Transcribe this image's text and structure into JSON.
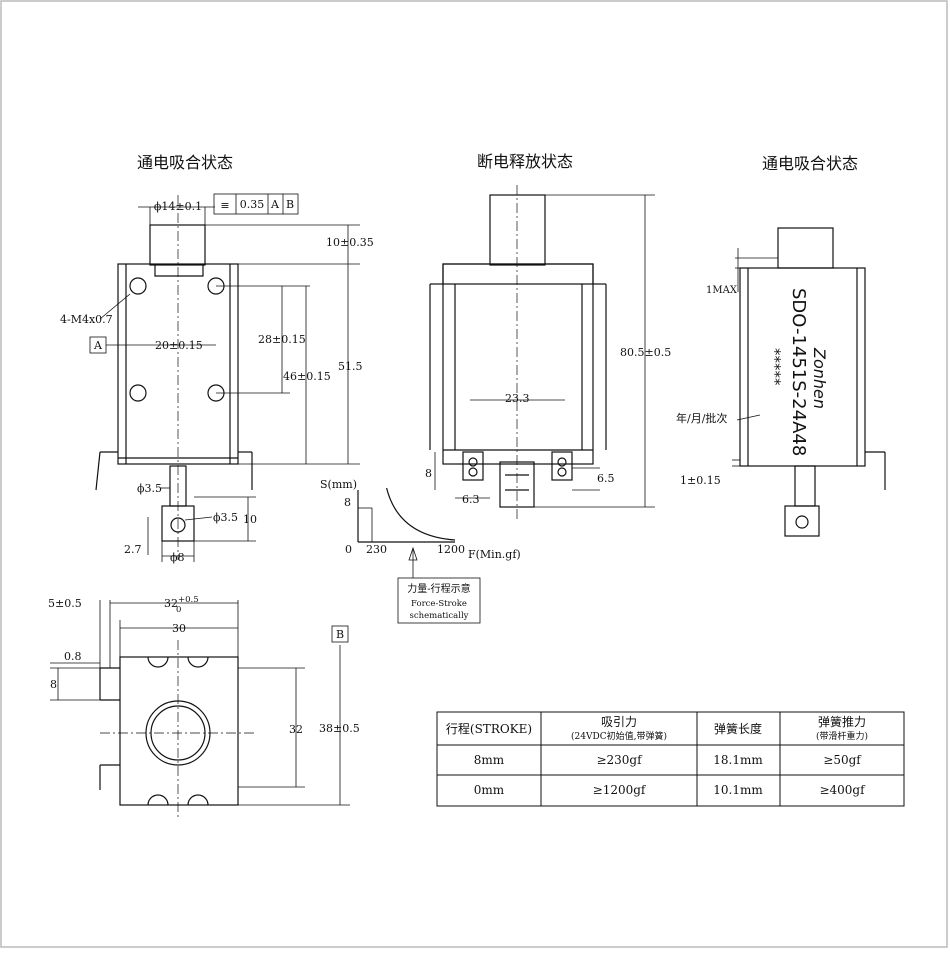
{
  "views": {
    "left_title": "通电吸合状态",
    "middle_title": "断电释放状态",
    "right_title": "通电吸合状态"
  },
  "left_view": {
    "diameter_dim": "ϕ14±0.1",
    "tolerance_symbol": "≡",
    "tolerance_value": "0.35",
    "datum_a": "A",
    "datum_b": "B",
    "plunger_height": "10±0.35",
    "thread_label": "4-M4x0.7",
    "datum_box_a": "A",
    "hole_spacing": "20±0.15",
    "dim_28": "28±0.15",
    "dim_46": "46±0.15",
    "dim_515": "51.5",
    "pin_dia": "ϕ3.5",
    "hole_dia": "ϕ3.5",
    "dim_10": "10",
    "dim_27": "2.7",
    "dim_phi8": "ϕ8"
  },
  "middle_view": {
    "dim_805": "80.5±0.5",
    "dim_233": "23.3",
    "dim_8": "8",
    "dim_63": "6.3",
    "dim_65": "6.5"
  },
  "right_view": {
    "dim_1max": "1MAX",
    "model_code": "SDO-1451S-24A48",
    "brand": "Zonhen",
    "batch_stars": "*****",
    "date_label": "年/月/批次",
    "dim_1": "1±0.15"
  },
  "force_chart": {
    "y_label": "S(mm)",
    "x_label": "F(Min.gf)",
    "y_tick": "8",
    "origin": "0",
    "x_tick1": "230",
    "x_tick2": "1200",
    "note_cn": "力量-行程示意",
    "note_en1": "Force-Stroke",
    "note_en2": "schematically"
  },
  "chart_data": {
    "type": "line",
    "title": "",
    "xlabel": "F(Min.gf)",
    "ylabel": "S(mm)",
    "series": [
      {
        "x": [
          230,
          1200
        ],
        "y": [
          8,
          0
        ]
      }
    ],
    "xticks": [
      "0",
      "230",
      "1200"
    ],
    "yticks": [
      "8"
    ]
  },
  "bottom_view": {
    "dim_5": "5±0.5",
    "dim_32_tol": "32",
    "dim_32_sup": "+0.5",
    "dim_32_sub": "0",
    "dim_30": "30",
    "dim_08": "0.8",
    "dim_8": "8",
    "dim_32": "32",
    "dim_38": "38±0.5",
    "datum_b": "B"
  },
  "spec_table": {
    "headers": [
      {
        "main": "行程(STROKE)",
        "sub": ""
      },
      {
        "main": "吸引力",
        "sub": "(24VDC初始值,带弹簧)"
      },
      {
        "main": "弹簧长度",
        "sub": ""
      },
      {
        "main": "弹簧推力",
        "sub": "(带滑杆重力)"
      }
    ],
    "rows": [
      [
        "8mm",
        "≥230gf",
        "18.1mm",
        "≥50gf"
      ],
      [
        "0mm",
        "≥1200gf",
        "10.1mm",
        "≥400gf"
      ]
    ]
  }
}
